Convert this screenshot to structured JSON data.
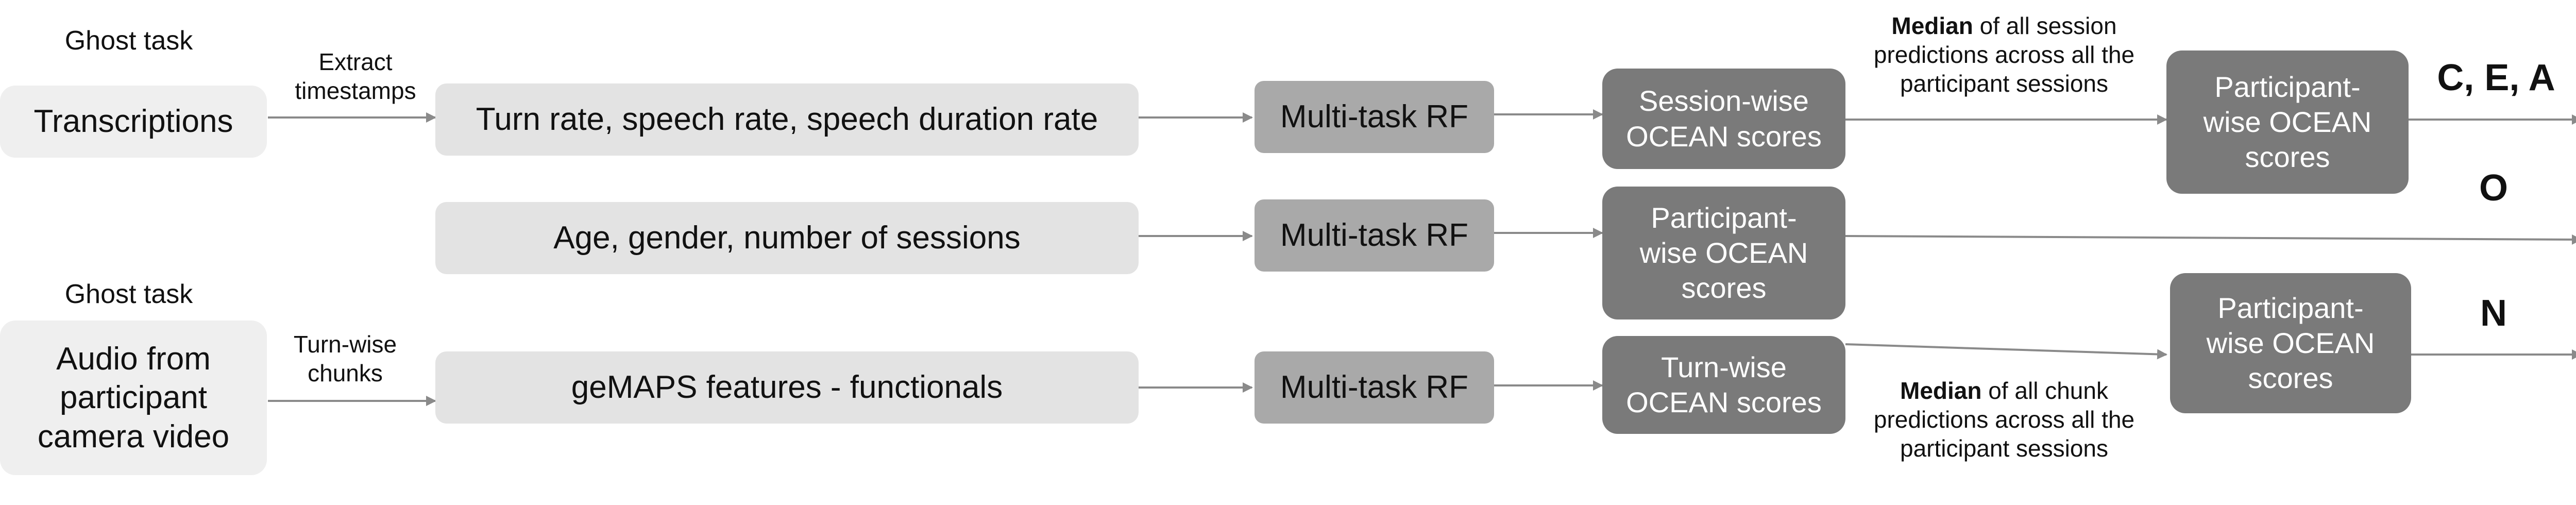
{
  "rows": {
    "top": {
      "ghost_task": "Ghost task",
      "source": "Transcriptions",
      "edge_label": "Extract timestamps",
      "features": "Turn rate, speech rate, speech duration rate",
      "model": "Multi-task RF",
      "output": "Session-wise OCEAN scores",
      "aggregation_bold": "Median",
      "aggregation_rest_line1": " of all  session",
      "aggregation_line2": "predictions across all the",
      "aggregation_line3": "participant sessions",
      "aggregated_output": "Participant-wise OCEAN scores",
      "traits": "C, E, A"
    },
    "middle": {
      "features": "Age, gender, number of sessions",
      "model": "Multi-task RF",
      "output": "Participant-wise OCEAN scores",
      "traits": "O"
    },
    "bottom": {
      "ghost_task": "Ghost task",
      "source": "Audio from participant camera video",
      "edge_label": "Turn-wise chunks",
      "features": "geMAPS features - functionals",
      "model": "Multi-task RF",
      "output": "Turn-wise OCEAN scores",
      "aggregation_bold": "Median",
      "aggregation_rest_line1": " of all chunk",
      "aggregation_line2": "predictions across all the",
      "aggregation_line3": "participant sessions",
      "aggregated_output": "Participant-wise OCEAN scores",
      "traits": "N"
    }
  },
  "final": {
    "letters": [
      "O",
      "C",
      "E",
      "A",
      "N"
    ]
  },
  "colors": {
    "light_box": "#e3e3e3",
    "source_box": "#efefef",
    "model_box": "#a9a9a9",
    "output_box": "#7a7a7a",
    "arrow": "#8a8a8a"
  }
}
